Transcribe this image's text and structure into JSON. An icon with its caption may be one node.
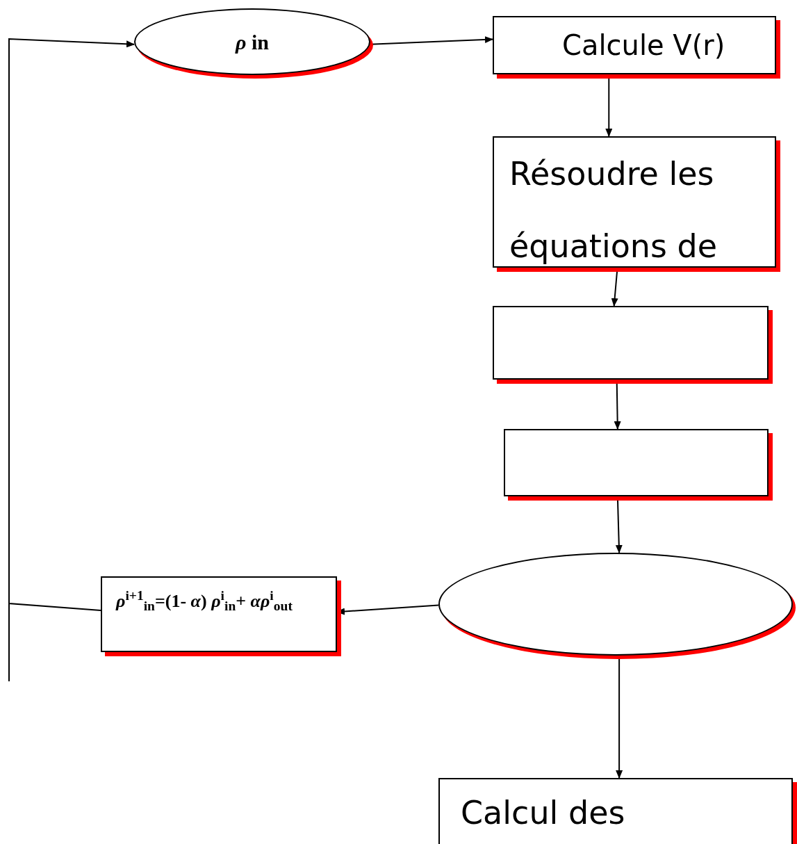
{
  "diagram": {
    "nodes": [
      {
        "text": [
          "*ρ* in"
        ]
      },
      {
        "text": [
          "Calcule V(r)"
        ]
      },
      {
        "text": [
          "Résoudre les équations de"
        ]
      },
      {
        "text": [],
        "shape": "box"
      },
      {
        "text": [],
        "shape": "box"
      },
      {
        "text": [],
        "shape": "ellipse"
      },
      {
        "text": [
          "*ρ*$^{i+1}$$_{in}$=(1- *α*) *ρ*$^{i}$$_{in}$+ *αρ*$^{i}$$_{out}$"
        ]
      },
      {
        "text": [
          "Calcul des"
        ]
      }
    ],
    "edges": [
      {
        "from": 0,
        "to": 1,
        "arrow": "to"
      },
      {
        "from": 1,
        "to": 2,
        "arrow": "to"
      },
      {
        "from": 2,
        "to": 3,
        "arrow": "to"
      },
      {
        "from": 3,
        "to": 4,
        "arrow": "to"
      },
      {
        "from": 4,
        "to": 5,
        "arrow": "to"
      },
      {
        "from": 5,
        "to": 6,
        "arrow": "to"
      },
      {
        "from": 5,
        "to": 7,
        "arrow": "to"
      },
      {
        "from": 6,
        "to": 0,
        "arrow": "to"
      }
    ]
  }
}
